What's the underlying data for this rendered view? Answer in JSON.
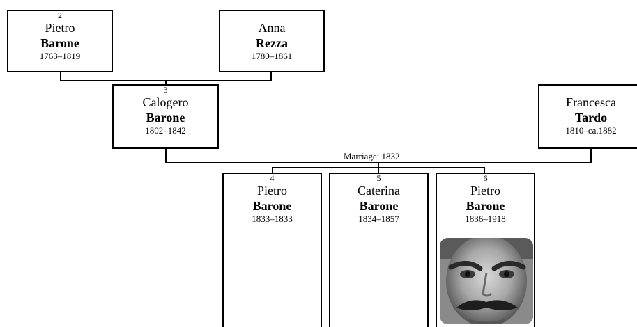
{
  "persons": {
    "pietro_1763": {
      "num": "2",
      "given": "Pietro",
      "surname": "Barone",
      "dates": "1763–1819"
    },
    "anna": {
      "num": "",
      "given": "Anna",
      "surname": "Rezza",
      "dates": "1780–1861"
    },
    "calogero": {
      "num": "3",
      "given": "Calogero",
      "surname": "Barone",
      "dates": "1802–1842"
    },
    "francesca": {
      "num": "",
      "given": "Francesca",
      "surname": "Tardo",
      "dates": "1810–ca.1882"
    },
    "pietro_1833": {
      "num": "4",
      "given": "Pietro",
      "surname": "Barone",
      "dates": "1833–1833"
    },
    "caterina": {
      "num": "5",
      "given": "Caterina",
      "surname": "Barone",
      "dates": "1834–1857"
    },
    "pietro_1836": {
      "num": "6",
      "given": "Pietro",
      "surname": "Barone",
      "dates": "1836–1918"
    }
  },
  "marriage": {
    "label": "Marriage: 1832"
  },
  "colors": {
    "border": "#000000",
    "background": "#ffffff"
  }
}
